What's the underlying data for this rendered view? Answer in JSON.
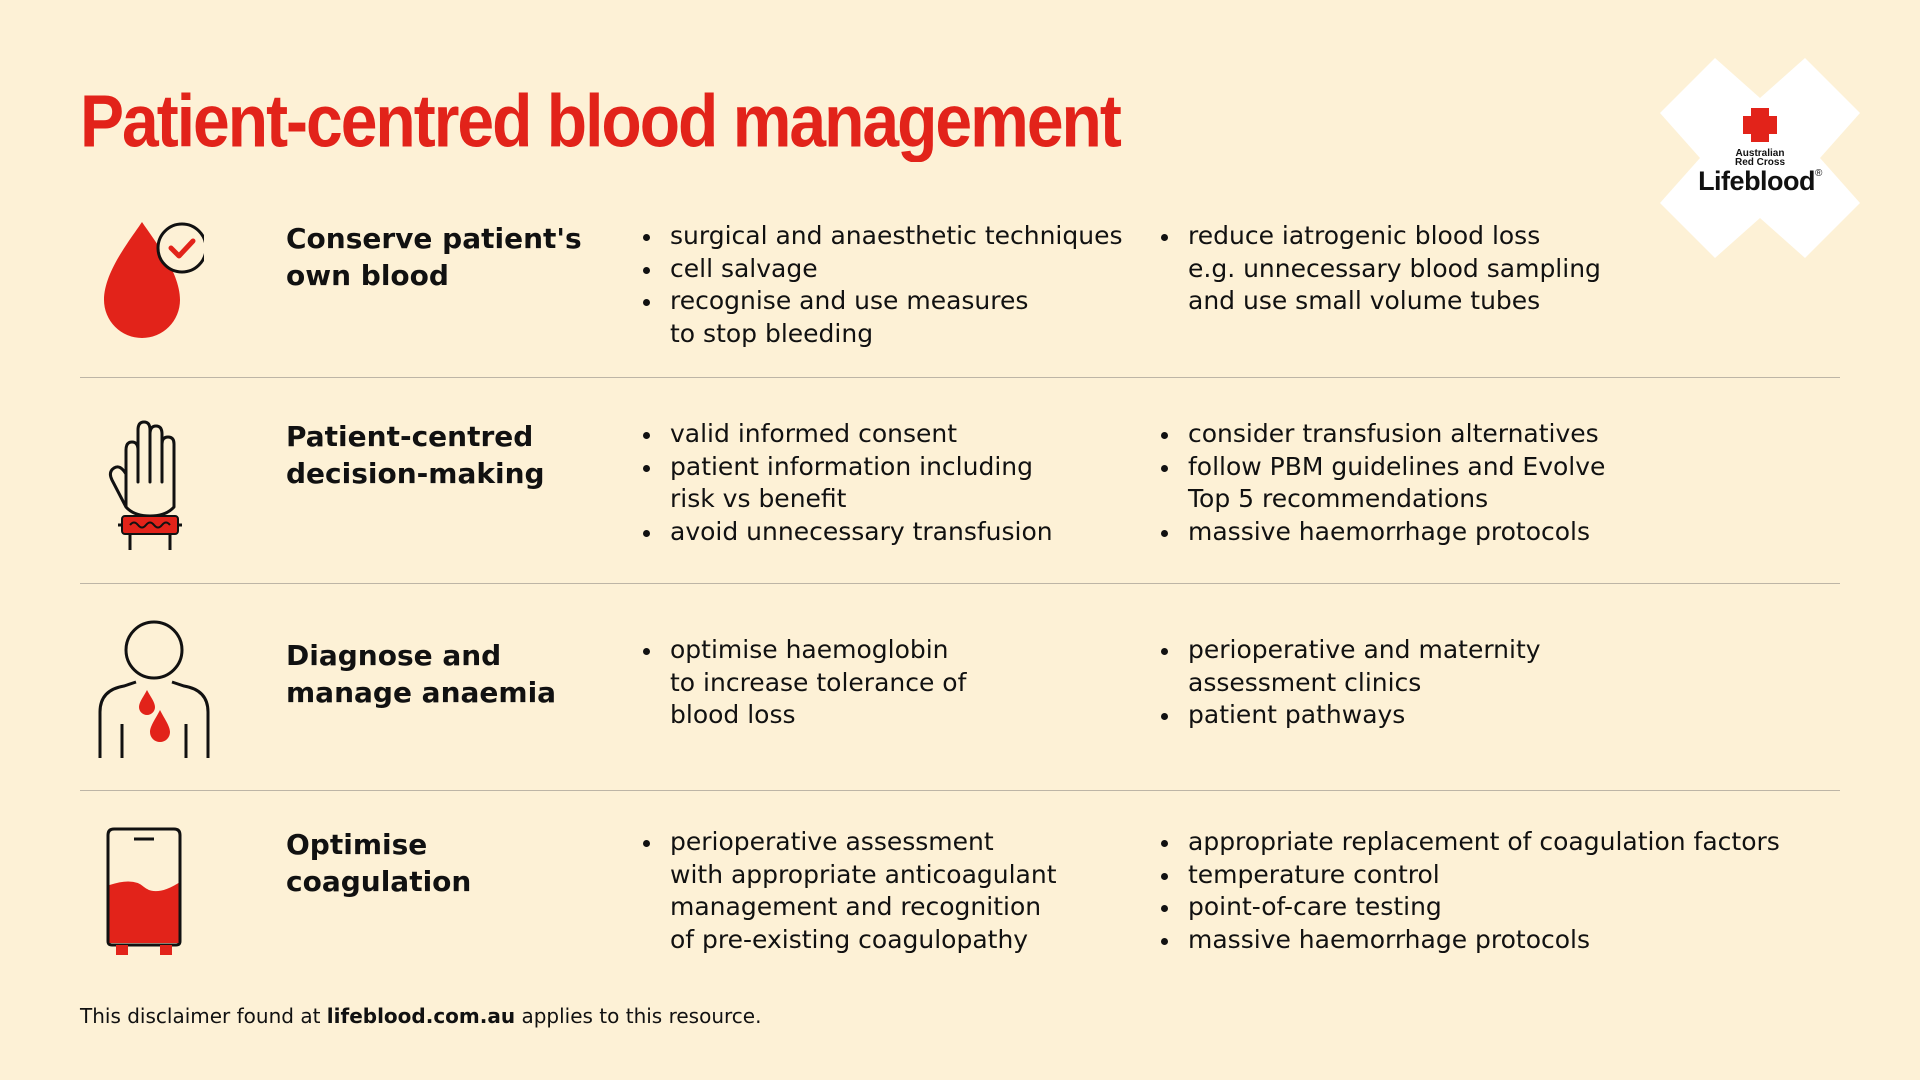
{
  "header": {
    "title": "Patient-centred blood management"
  },
  "logo": {
    "line1": "Australian",
    "line2": "Red Cross",
    "word": "Lifeblood",
    "mark": "®"
  },
  "colors": {
    "accent": "#E2231A",
    "background": "#FDF1D6",
    "divider": "#BDB5A6"
  },
  "rows": [
    {
      "icon": "blood-drop-check-icon",
      "title": "Conserve patient's\nown blood",
      "col1": [
        "surgical and anaesthetic techniques",
        "cell salvage",
        "recognise and use measures\nto stop bleeding"
      ],
      "col2": [
        "reduce iatrogenic blood loss\ne.g. unnecessary blood sampling\nand use small volume tubes"
      ]
    },
    {
      "icon": "raised-hand-wristband-icon",
      "title": "Patient-centred\ndecision-making",
      "col1": [
        "valid informed consent",
        "patient information including\nrisk vs benefit",
        "avoid unnecessary transfusion"
      ],
      "col2": [
        "consider transfusion alternatives",
        "follow PBM guidelines and Evolve\nTop 5 recommendations",
        "massive haemorrhage protocols"
      ]
    },
    {
      "icon": "person-blood-drops-icon",
      "title": "Diagnose and\nmanage anaemia",
      "col1": [
        "optimise haemoglobin\nto increase tolerance of\nblood loss"
      ],
      "col2": [
        "perioperative and maternity\nassessment clinics",
        "patient pathways"
      ]
    },
    {
      "icon": "blood-bag-icon",
      "title": "Optimise\ncoagulation",
      "col1": [
        "perioperative assessment\nwith appropriate anticoagulant\nmanagement and recognition\nof pre-existing coagulopathy"
      ],
      "col2": [
        "appropriate replacement of coagulation factors",
        "temperature control",
        "point-of-care testing",
        "massive haemorrhage protocols"
      ]
    }
  ],
  "footer": {
    "pre": "This disclaimer found at ",
    "link": "lifeblood.com.au",
    "post": " applies to this resource."
  }
}
